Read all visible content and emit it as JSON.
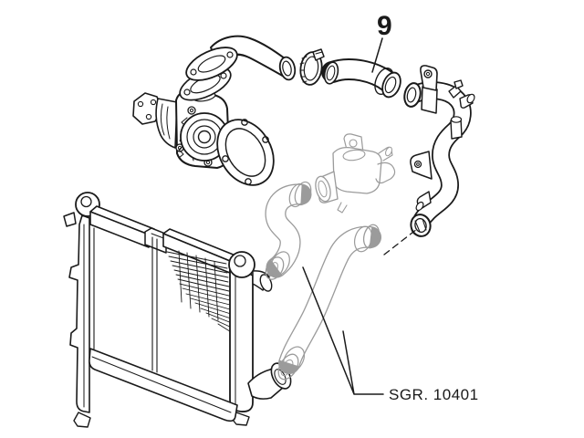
{
  "meta": {
    "diagram_type": "exploded-parts-diagram",
    "background_color": "#ffffff",
    "line_color": "#1a1a1a",
    "secondary_line_color": "#9b9b9b"
  },
  "callouts": {
    "part_number": "9",
    "group_reference": "SGR. 10401"
  }
}
